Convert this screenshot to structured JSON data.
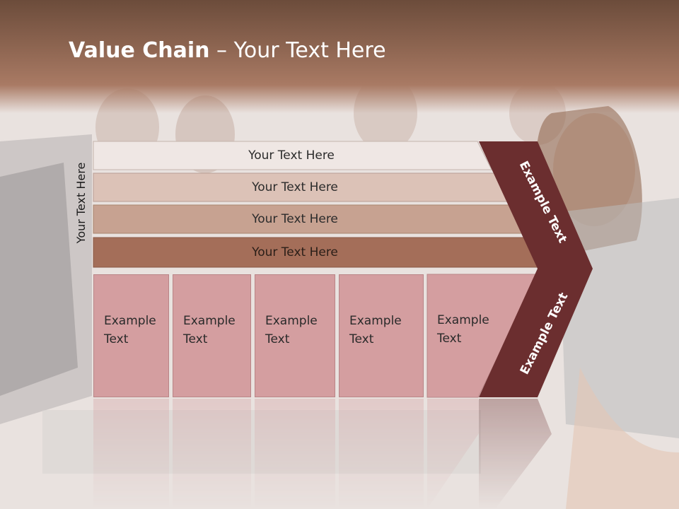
{
  "title": {
    "bold": "Value Chain",
    "rest": " – Your Text Here"
  },
  "side_label": "Your Text Here",
  "bands": [
    {
      "label": "Your Text Here",
      "color": "#efe7e4"
    },
    {
      "label": "Your Text Here",
      "color": "#dcc2b7"
    },
    {
      "label": "Your Text Here",
      "color": "#c7a291"
    },
    {
      "label": "Your Text Here",
      "color": "#a46e59"
    }
  ],
  "blocks": [
    {
      "line1": "Example",
      "line2": "Text"
    },
    {
      "line1": "Example",
      "line2": "Text"
    },
    {
      "line1": "Example",
      "line2": "Text"
    },
    {
      "line1": "Example",
      "line2": "Text"
    },
    {
      "line1": "Example",
      "line2": "Text"
    }
  ],
  "chevron": {
    "top_label": "Example Text",
    "bottom_label": "Example Text",
    "color": "#6b2e2f"
  },
  "colors": {
    "header": "#8c6450",
    "block": "#d49ea0"
  }
}
